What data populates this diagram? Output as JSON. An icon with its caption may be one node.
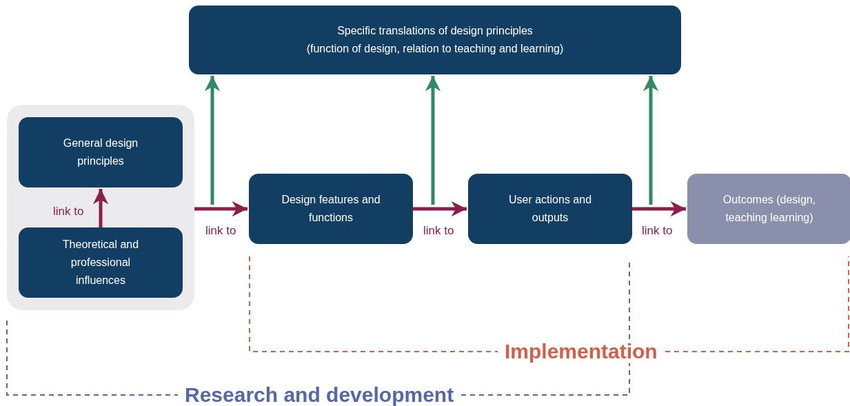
{
  "diagram": {
    "nodes": [
      {
        "text": [],
        "shape": "box"
      },
      {
        "text": [
          "General design principles"
        ],
        "in": 0
      },
      {
        "text": [
          "Theoretical and professional influences"
        ],
        "in": 0
      },
      {
        "text": [
          "Specific translations of design principles",
          "(function of design, relation to teaching and learning)"
        ]
      },
      {
        "text": [
          "Design features and functions"
        ]
      },
      {
        "text": [
          "User actions and outputs"
        ]
      },
      {
        "text": [
          "Outcomes (design, teaching learning)"
        ]
      }
    ],
    "edges": [
      {
        "from": 2,
        "to": 1,
        "arrow": "to",
        "label": "link to"
      },
      {
        "from": 0,
        "to": 4,
        "arrow": "to",
        "label": "link to"
      },
      {
        "from": 4,
        "to": 5,
        "arrow": "to",
        "label": "link to"
      },
      {
        "from": 5,
        "to": 6,
        "arrow": "to",
        "label": "link to"
      },
      {
        "from": null,
        "to": 3,
        "arrow": "to",
        "color": "#2e8b62"
      },
      {
        "from": null,
        "to": 3,
        "arrow": "to",
        "color": "#2e8b62"
      },
      {
        "from": null,
        "to": 3,
        "arrow": "to",
        "color": "#2e8b62"
      }
    ],
    "labels": [
      "Implementation",
      "Research and development"
    ]
  }
}
